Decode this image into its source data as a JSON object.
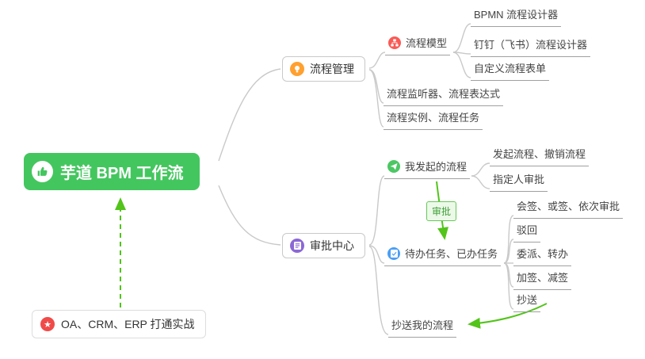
{
  "root": {
    "label": "芋道 BPM 工作流"
  },
  "practice": {
    "label": "OA、CRM、ERP 打通实战"
  },
  "process_management": {
    "label": "流程管理",
    "model": {
      "label": "流程模型",
      "children": [
        "BPMN 流程设计器",
        "钉钉（飞书）流程设计器",
        "自定义流程表单"
      ]
    },
    "listener": "流程监听器、流程表达式",
    "instance": "流程实例、流程任务"
  },
  "approval_center": {
    "label": "审批中心",
    "my_processes": {
      "label": "我发起的流程",
      "children": [
        "发起流程、撤销流程",
        "指定人审批"
      ]
    },
    "tasks": {
      "label": "待办任务、已办任务",
      "children": [
        "会签、或签、依次审批",
        "驳回",
        "委派、转办",
        "加签、减签",
        "抄送"
      ]
    },
    "cc": "抄送我的流程",
    "badge": "审批"
  },
  "colors": {
    "root_bg": "#44c65f",
    "arrow_green": "#52c41a",
    "icon_orange": "#ffa02f",
    "icon_purple": "#8b68d6",
    "icon_red": "#fa5a55",
    "icon_green": "#4cc764",
    "icon_blue": "#4a9ff5",
    "star_red": "#f04b49",
    "connector_gray": "#c9c9c9"
  }
}
